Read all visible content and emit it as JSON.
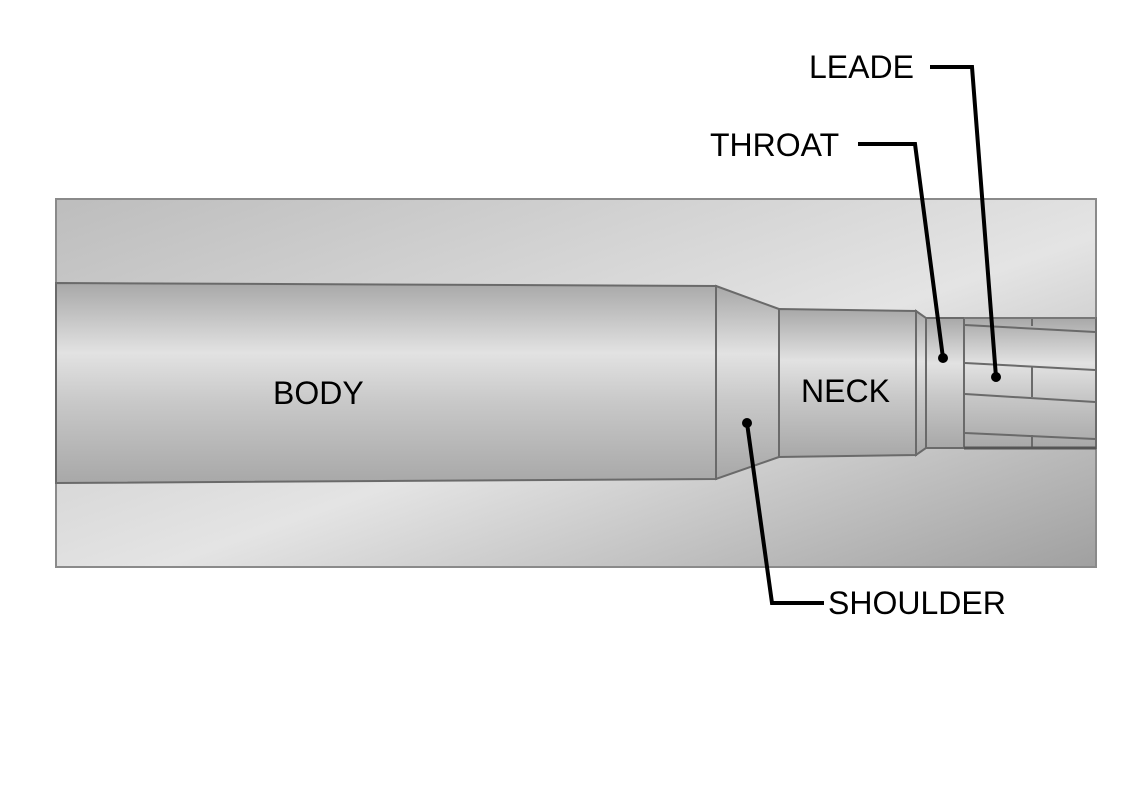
{
  "diagram": {
    "labels": {
      "body": "BODY",
      "neck": "NECK",
      "shoulder": "SHOULDER",
      "throat": "THROAT",
      "leade": "LEADE"
    },
    "colors": {
      "callout": "#000000",
      "edge": "#6a6a6a",
      "metal_light": "#e8e8e8",
      "metal_dark": "#9a9a9a"
    }
  }
}
